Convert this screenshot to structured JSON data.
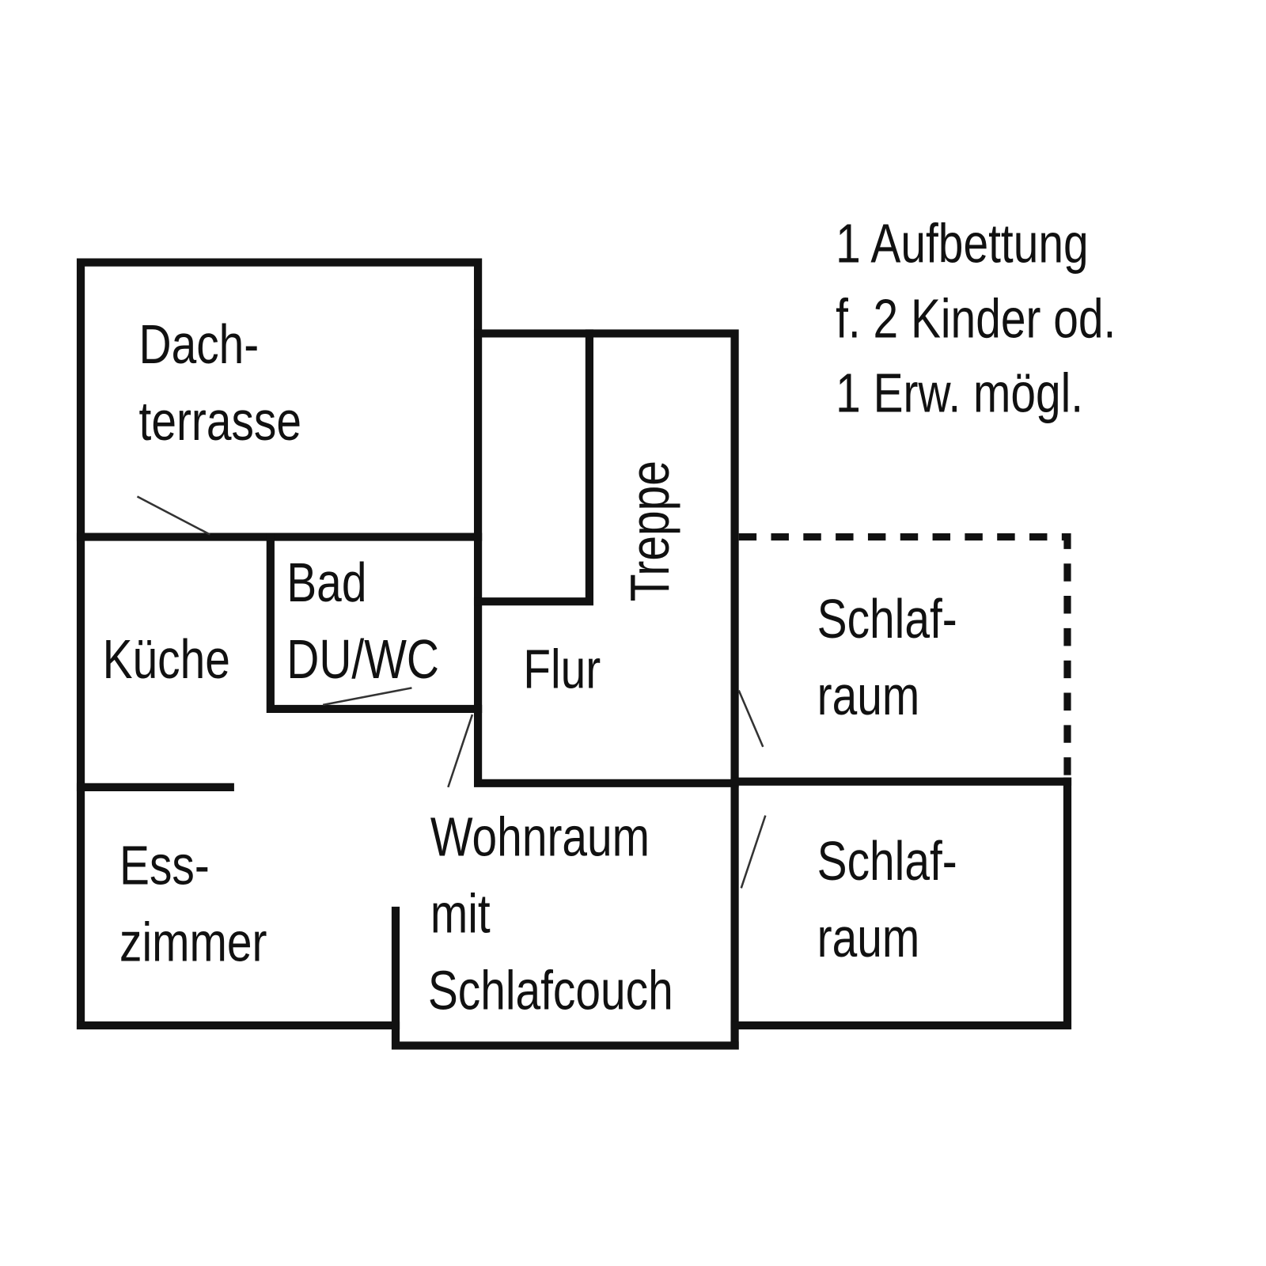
{
  "note": {
    "lines": [
      "1 Aufbettung",
      "f. 2 Kinder od.",
      "1 Erw. mögl."
    ]
  },
  "rooms": {
    "dachterrasse": [
      "Dach-",
      "terrasse"
    ],
    "kueche": "Küche",
    "bad": [
      "Bad",
      "DU/WC"
    ],
    "treppe": "Treppe",
    "flur": "Flur",
    "schlafraum_1": [
      "Schlaf-",
      "raum"
    ],
    "schlafraum_2": [
      "Schlaf-",
      "raum"
    ],
    "esszimmer": [
      "Ess-",
      "zimmer"
    ],
    "wohnraum": [
      "Wohnraum",
      "mit",
      "Schlafcouch"
    ]
  },
  "colors": {
    "line": "#111111",
    "background": "#ffffff"
  }
}
